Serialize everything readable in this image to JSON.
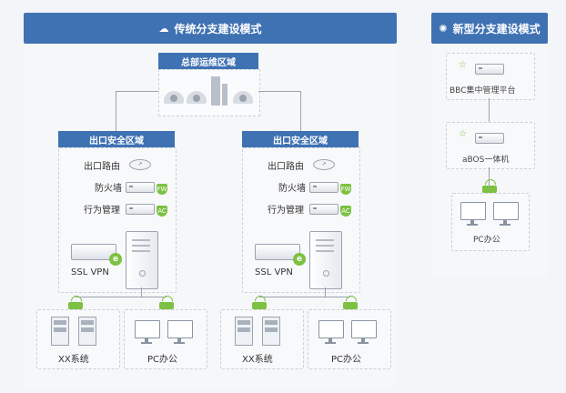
{
  "traditional": {
    "title": "传统分支建设模式",
    "hq_label": "总部运维区域",
    "zones": [
      {
        "title": "出口安全区域",
        "devices": [
          "出口路由",
          "防火墙",
          "行为管理"
        ],
        "vpn_label": "SSL VPN",
        "bottom": [
          "XX系统",
          "PC办公"
        ]
      },
      {
        "title": "出口安全区域",
        "devices": [
          "出口路由",
          "防火墙",
          "行为管理"
        ],
        "vpn_label": "SSL VPN",
        "bottom": [
          "XX系统",
          "PC办公"
        ]
      }
    ]
  },
  "new_mode": {
    "title": "新型分支建设模式",
    "nodes": [
      "BBC集中管理平台",
      "aBOS一体机",
      "PC办公"
    ]
  },
  "colors": {
    "header": "#3f72b3",
    "accent": "#7cc142",
    "line": "#9aa3ae"
  },
  "icons": [
    "cloud-icon",
    "lightbulb-icon",
    "router-icon",
    "firewall-icon",
    "shield-icon",
    "server-icon",
    "monitor-icon",
    "wifi-icon",
    "browser-icon",
    "building-icon",
    "user-icon",
    "star-icon"
  ]
}
